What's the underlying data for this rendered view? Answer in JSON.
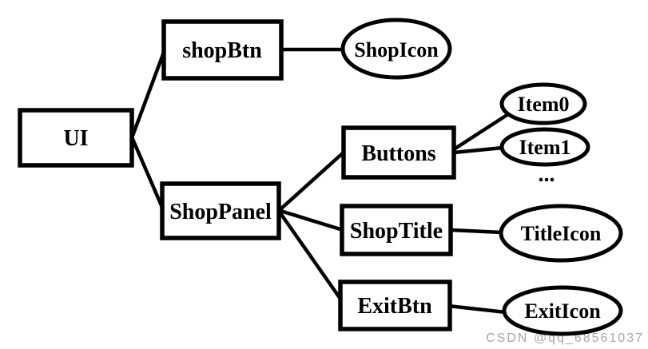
{
  "diagram": {
    "type": "tree",
    "nodes": {
      "ui": {
        "label": "UI",
        "shape": "rect"
      },
      "shopBtn": {
        "label": "shopBtn",
        "shape": "rect"
      },
      "shopPanel": {
        "label": "ShopPanel",
        "shape": "rect"
      },
      "buttons": {
        "label": "Buttons",
        "shape": "rect"
      },
      "shopTitle": {
        "label": "ShopTitle",
        "shape": "rect"
      },
      "exitBtn": {
        "label": "ExitBtn",
        "shape": "rect"
      },
      "shopIcon": {
        "label": "ShopIcon",
        "shape": "ellipse"
      },
      "item0": {
        "label": "Item0",
        "shape": "ellipse"
      },
      "item1": {
        "label": "Item1",
        "shape": "ellipse"
      },
      "titleIcon": {
        "label": "TitleIcon",
        "shape": "ellipse"
      },
      "exitIcon": {
        "label": "ExitIcon",
        "shape": "ellipse"
      },
      "ellipsis": {
        "label": "...",
        "shape": "text"
      }
    },
    "edges": [
      {
        "from": "UI",
        "to": "shopBtn"
      },
      {
        "from": "UI",
        "to": "ShopPanel"
      },
      {
        "from": "shopBtn",
        "to": "ShopIcon"
      },
      {
        "from": "ShopPanel",
        "to": "Buttons"
      },
      {
        "from": "ShopPanel",
        "to": "ShopTitle"
      },
      {
        "from": "ShopPanel",
        "to": "ExitBtn"
      },
      {
        "from": "Buttons",
        "to": "Item0"
      },
      {
        "from": "Buttons",
        "to": "Item1"
      },
      {
        "from": "ShopTitle",
        "to": "TitleIcon"
      },
      {
        "from": "ExitBtn",
        "to": "ExitIcon"
      }
    ],
    "colors": {
      "stroke": "#000000",
      "background": "#ffffff",
      "watermark": "#a6a6ad"
    }
  },
  "watermark": {
    "text": "CSDN @qq_68561037"
  }
}
